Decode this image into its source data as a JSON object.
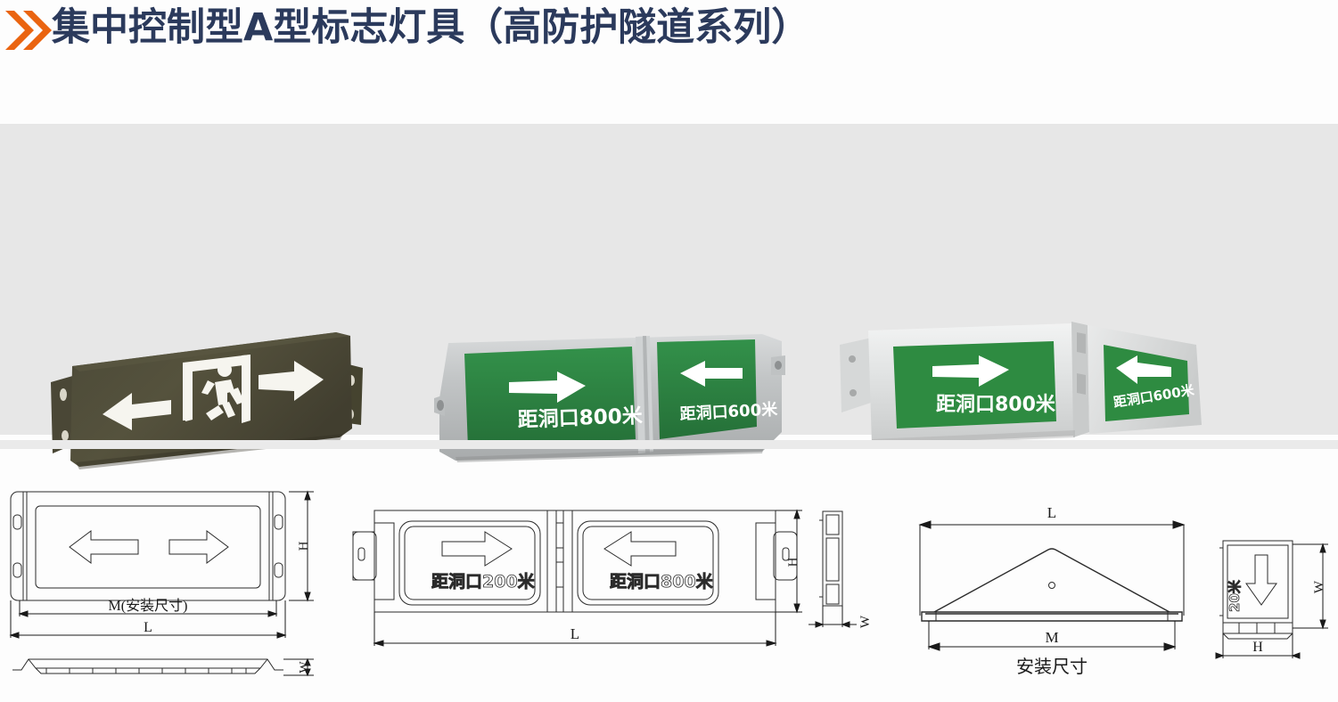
{
  "header": {
    "title": "集中控制型A型标志灯具（高防护隧道系列）",
    "chevron_icon": "double-chevron-right-icon",
    "accent_color": "#ea6410",
    "title_color": "#2b3a5c"
  },
  "photos": {
    "band_background": "#e7e7e7",
    "items": [
      {
        "name": "photo-dark-exit-sign",
        "body_color": "#4a4535",
        "graphic_color": "#ffffff",
        "symbols": [
          "left-arrow-icon",
          "running-man-exit-icon",
          "right-arrow-icon"
        ],
        "text": ""
      },
      {
        "name": "photo-grey-twin-panel-sign",
        "body_color": "#b9bcbd",
        "panel_color": "#2e8b41",
        "graphic_color": "#ffffff",
        "panels": [
          {
            "arrow": "right-arrow-icon",
            "text": "距洞口800米"
          },
          {
            "arrow": "left-arrow-icon",
            "text": "距洞口600米"
          }
        ]
      },
      {
        "name": "photo-white-angled-twin-panel-sign",
        "body_color": "#e3e4e4",
        "panel_color": "#2e8b41",
        "graphic_color": "#ffffff",
        "panels": [
          {
            "arrow": "right-arrow-icon",
            "text": "距洞口800米"
          },
          {
            "arrow": "left-arrow-icon",
            "text": "距洞口600米"
          }
        ]
      }
    ]
  },
  "drawings": [
    {
      "name": "drawing-front-and-side-view-single",
      "front_view": {
        "symbols": [
          "left-arrow-outline-icon",
          "right-arrow-outline-icon"
        ],
        "dims": {
          "height": "H",
          "mounting": "M(安装尺寸)",
          "length": "L"
        }
      },
      "side_view": {
        "dims": {
          "width": "W"
        }
      }
    },
    {
      "name": "drawing-front-view-twin",
      "panels": [
        {
          "arrow": "right-arrow-outline-icon",
          "text": "距洞口200米"
        },
        {
          "arrow": "left-arrow-outline-icon",
          "text": "距洞口800米"
        }
      ],
      "dims": {
        "height": "H",
        "length": "L"
      }
    },
    {
      "name": "drawing-edge-view",
      "dims": {
        "width": "W"
      }
    },
    {
      "name": "drawing-top-view-angled",
      "dims": {
        "length": "L",
        "mounting": "M",
        "mounting_label": "安装尺寸"
      }
    },
    {
      "name": "drawing-end-view",
      "symbols": [
        "down-arrow-outline-icon"
      ],
      "text": "20米",
      "dims": {
        "width": "W",
        "height": "H"
      }
    }
  ]
}
